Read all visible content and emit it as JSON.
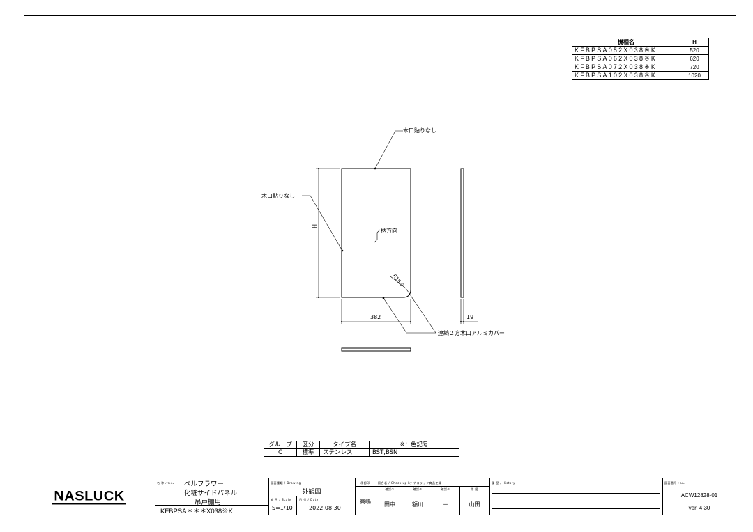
{
  "model_table": {
    "header_name": "機種名",
    "header_h": "H",
    "rows": [
      {
        "name": "KFBPSA052X038※K",
        "h": "520"
      },
      {
        "name": "KFBPSA062X038※K",
        "h": "620"
      },
      {
        "name": "KFBPSA072X038※K",
        "h": "720"
      },
      {
        "name": "KFBPSA102X038※K",
        "h": "1020"
      }
    ]
  },
  "drawing": {
    "label_top": "木口貼りなし",
    "label_left": "木口貼りなし",
    "grain": "柄方向",
    "dim_h": "H",
    "radius": "R15.5",
    "dim_width": "382",
    "dim_thickness": "19",
    "edge_cover": "連続２方木口アルミカバー"
  },
  "group_table": {
    "headers": [
      "グループ",
      "区分",
      "タイプ名",
      "※：色記号"
    ],
    "values": [
      "C",
      "標準",
      "ステンレス",
      "BST,BSN"
    ]
  },
  "title_block": {
    "logo": "NASLUCK",
    "title_caption": "名 称 / Title",
    "title_line1": "ベルフラワー",
    "title_line2": "化粧サイドパネル",
    "title_line3": "吊戸棚用",
    "title_line4": "KFBPSA＊＊＊X038※K",
    "drawing_caption": "図面種類 / Drawing",
    "drawing_type": "外観図",
    "scale_caption": "縮 尺 / Scale",
    "scale": "S=1/10",
    "date_caption": "日 付 / Date",
    "date": "2022.08.30",
    "approval_caption": "承認印",
    "approval": "高嶋",
    "check_caption": "照合者 / Check up by ナスラック商品工場",
    "check_headers": [
      "確認①",
      "確認②",
      "確認①",
      "作 図"
    ],
    "check_values": [
      "田中",
      "額川",
      "－",
      "山田"
    ],
    "history_caption": "履 歴 / History",
    "no_caption": "図面番号 / No.",
    "drawing_no": "ACW12828-01",
    "version": "ver. 4.30"
  }
}
